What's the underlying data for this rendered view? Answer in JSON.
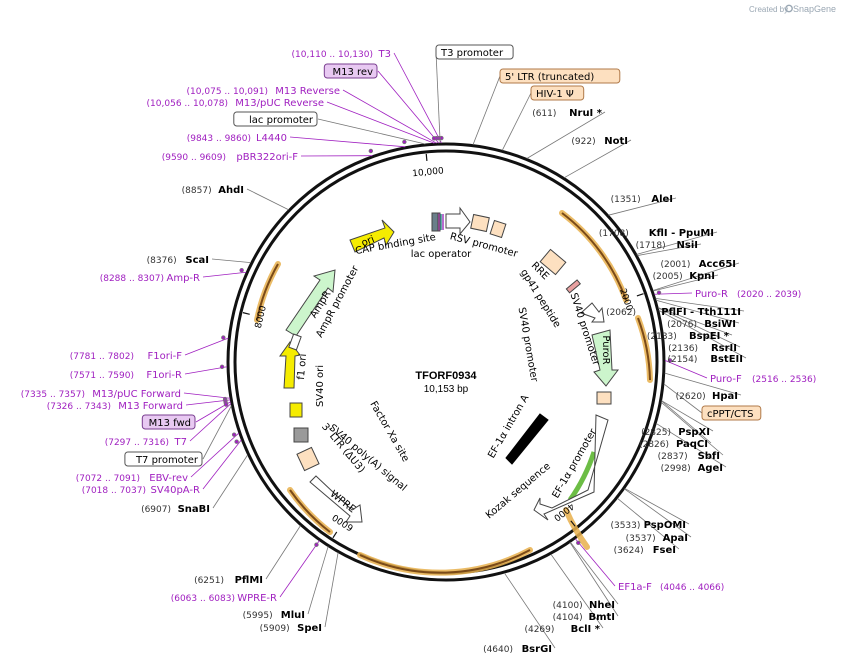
{
  "plasmid": {
    "name": "TFORF0934",
    "size": "10,153 bp",
    "length": 10153
  },
  "credit": {
    "created_by": "Created by",
    "brand": "SnapGene"
  },
  "ticks": [
    {
      "label": "2000",
      "bp": 2000
    },
    {
      "label": "4000",
      "bp": 4000
    },
    {
      "label": "6000",
      "bp": 6000
    },
    {
      "label": "8000",
      "bp": 8000
    },
    {
      "label": "10,000",
      "bp": 10000
    }
  ],
  "sites": [
    {
      "name": "T3",
      "coord": "(10,110 .. 10,130)",
      "kind": "primer",
      "bp": 10120
    },
    {
      "name": "M13 rev",
      "coord": "",
      "kind": "primer-box",
      "bp": 10100
    },
    {
      "name": "T3 promoter",
      "coord": "",
      "kind": "box",
      "bp": 10110
    },
    {
      "name": "5' LTR (truncated)",
      "coord": "",
      "kind": "box-orange",
      "bp": 200
    },
    {
      "name": "HIV-1 Ψ",
      "coord": "",
      "kind": "box-orange",
      "bp": 420
    },
    {
      "name": "M13 Reverse",
      "coord": "(10,075 .. 10,091)",
      "kind": "primer",
      "bp": 10083
    },
    {
      "name": "M13/pUC Reverse",
      "coord": "(10,056 .. 10,078)",
      "kind": "primer",
      "bp": 10067
    },
    {
      "name": "lac promoter",
      "coord": "",
      "kind": "box",
      "bp": 10000
    },
    {
      "name": "L4440",
      "coord": "(9843 .. 9860)",
      "kind": "primer",
      "bp": 9851
    },
    {
      "name": "pBR322ori-F",
      "coord": "(9590 .. 9609)",
      "kind": "primer",
      "bp": 9600
    },
    {
      "name": "AhdI",
      "coord": "(8857)",
      "kind": "enzyme",
      "bp": 8857
    },
    {
      "name": "ScaI",
      "coord": "(8376)",
      "kind": "enzyme",
      "bp": 8376
    },
    {
      "name": "Amp-R",
      "coord": "(8288 .. 8307)",
      "kind": "primer",
      "bp": 8297
    },
    {
      "name": "F1ori-F",
      "coord": "(7781 .. 7802)",
      "kind": "primer",
      "bp": 7791
    },
    {
      "name": "F1ori-R",
      "coord": "(7571 .. 7590)",
      "kind": "primer",
      "bp": 7580
    },
    {
      "name": "M13/pUC Forward",
      "coord": "(7335 .. 7357)",
      "kind": "primer",
      "bp": 7346
    },
    {
      "name": "M13 Forward",
      "coord": "(7326 .. 7343)",
      "kind": "primer",
      "bp": 7334
    },
    {
      "name": "M13 fwd",
      "coord": "",
      "kind": "primer-box",
      "bp": 7320
    },
    {
      "name": "T7",
      "coord": "(7297 .. 7316)",
      "kind": "primer",
      "bp": 7306
    },
    {
      "name": "T7 promoter",
      "coord": "",
      "kind": "box",
      "bp": 7290
    },
    {
      "name": "EBV-rev",
      "coord": "(7072 .. 7091)",
      "kind": "primer",
      "bp": 7081
    },
    {
      "name": "SV40pA-R",
      "coord": "(7018 .. 7037)",
      "kind": "primer",
      "bp": 7027
    },
    {
      "name": "SnaBI",
      "coord": "(6907)",
      "kind": "enzyme",
      "bp": 6907
    },
    {
      "name": "PflMI",
      "coord": "(6251)",
      "kind": "enzyme",
      "bp": 6251
    },
    {
      "name": "WPRE-R",
      "coord": "(6063 .. 6083)",
      "kind": "primer",
      "bp": 6073
    },
    {
      "name": "MluI",
      "coord": "(5995)",
      "kind": "enzyme",
      "bp": 5995
    },
    {
      "name": "SpeI",
      "coord": "(5909)",
      "kind": "enzyme",
      "bp": 5909
    },
    {
      "name": "BsrGI",
      "coord": "(4640)",
      "kind": "enzyme",
      "bp": 4640
    },
    {
      "name": "BclI *",
      "coord": "(4269)",
      "kind": "enzyme",
      "bp": 4269
    },
    {
      "name": "BmtI",
      "coord": "(4104)",
      "kind": "enzyme",
      "bp": 4104
    },
    {
      "name": "NheI",
      "coord": "(4100)",
      "kind": "enzyme",
      "bp": 4100
    },
    {
      "name": "EF1a-F",
      "coord": "(4046 .. 4066)",
      "kind": "primer",
      "bp": 4056
    },
    {
      "name": "FseI",
      "coord": "(3624)",
      "kind": "enzyme",
      "bp": 3624
    },
    {
      "name": "ApaI",
      "coord": "(3537)",
      "kind": "enzyme",
      "bp": 3537
    },
    {
      "name": "PspOMI",
      "coord": "(3533)",
      "kind": "enzyme",
      "bp": 3533
    },
    {
      "name": "AgeI",
      "coord": "(2998)",
      "kind": "enzyme",
      "bp": 2998
    },
    {
      "name": "SbfI",
      "coord": "(2837)",
      "kind": "enzyme",
      "bp": 2837
    },
    {
      "name": "PaqCI",
      "coord": "(2826)",
      "kind": "enzyme",
      "bp": 2826
    },
    {
      "name": "PspXI",
      "coord": "(2825)",
      "kind": "enzyme",
      "bp": 2825
    },
    {
      "name": "cPPT/CTS",
      "coord": "",
      "kind": "box-orange",
      "bp": 2700
    },
    {
      "name": "HpaI",
      "coord": "(2620)",
      "kind": "enzyme",
      "bp": 2620
    },
    {
      "name": "Puro-F",
      "coord": "(2516 .. 2536)",
      "kind": "primer",
      "bp": 2526
    },
    {
      "name": "BstEII",
      "coord": "(2154)",
      "kind": "enzyme",
      "bp": 2154
    },
    {
      "name": "RsrII",
      "coord": "(2136)",
      "kind": "enzyme",
      "bp": 2136
    },
    {
      "name": "BspEI *",
      "coord": "(2133)",
      "kind": "enzyme",
      "bp": 2133
    },
    {
      "name": "BsiWI",
      "coord": "(2076)",
      "kind": "enzyme",
      "bp": 2076
    },
    {
      "name": "PflFI - Tth111I",
      "coord": "(2062)",
      "kind": "enzyme",
      "bp": 2062
    },
    {
      "name": "Puro-R",
      "coord": "(2020 .. 2039)",
      "kind": "primer",
      "bp": 2030
    },
    {
      "name": "KpnI",
      "coord": "(2005)",
      "kind": "enzyme",
      "bp": 2005
    },
    {
      "name": "Acc65I",
      "coord": "(2001)",
      "kind": "enzyme",
      "bp": 2001
    },
    {
      "name": "NsiI",
      "coord": "(1718)",
      "kind": "enzyme",
      "bp": 1718
    },
    {
      "name": "KflI - PpuMI",
      "coord": "(1708)",
      "kind": "enzyme",
      "bp": 1708
    },
    {
      "name": "AleI",
      "coord": "(1351)",
      "kind": "enzyme",
      "bp": 1351
    },
    {
      "name": "NotI",
      "coord": "(922)",
      "kind": "enzyme",
      "bp": 922
    },
    {
      "name": "NruI *",
      "coord": "(611)",
      "kind": "enzyme",
      "bp": 611
    }
  ],
  "inner_features": [
    {
      "name": "ori"
    },
    {
      "name": "CAP binding site"
    },
    {
      "name": "lac operator"
    },
    {
      "name": "RSV promoter"
    },
    {
      "name": "RRE"
    },
    {
      "name": "gp41 peptide"
    },
    {
      "name": "SV40 promoter"
    },
    {
      "name": "PuroR"
    },
    {
      "name": "SV40 promoter"
    },
    {
      "name": "AmpR"
    },
    {
      "name": "AmpR promoter"
    },
    {
      "name": "f1 ori"
    },
    {
      "name": "SV40 ori"
    },
    {
      "name": "Factor Xa site"
    },
    {
      "name": "SV40 poly(A) signal"
    },
    {
      "name": "3' LTR (ΔU3)"
    },
    {
      "name": "WPRE"
    },
    {
      "name": "EF-1α intron A"
    },
    {
      "name": "EF-1α promoter"
    },
    {
      "name": "Kozak sequence"
    }
  ]
}
